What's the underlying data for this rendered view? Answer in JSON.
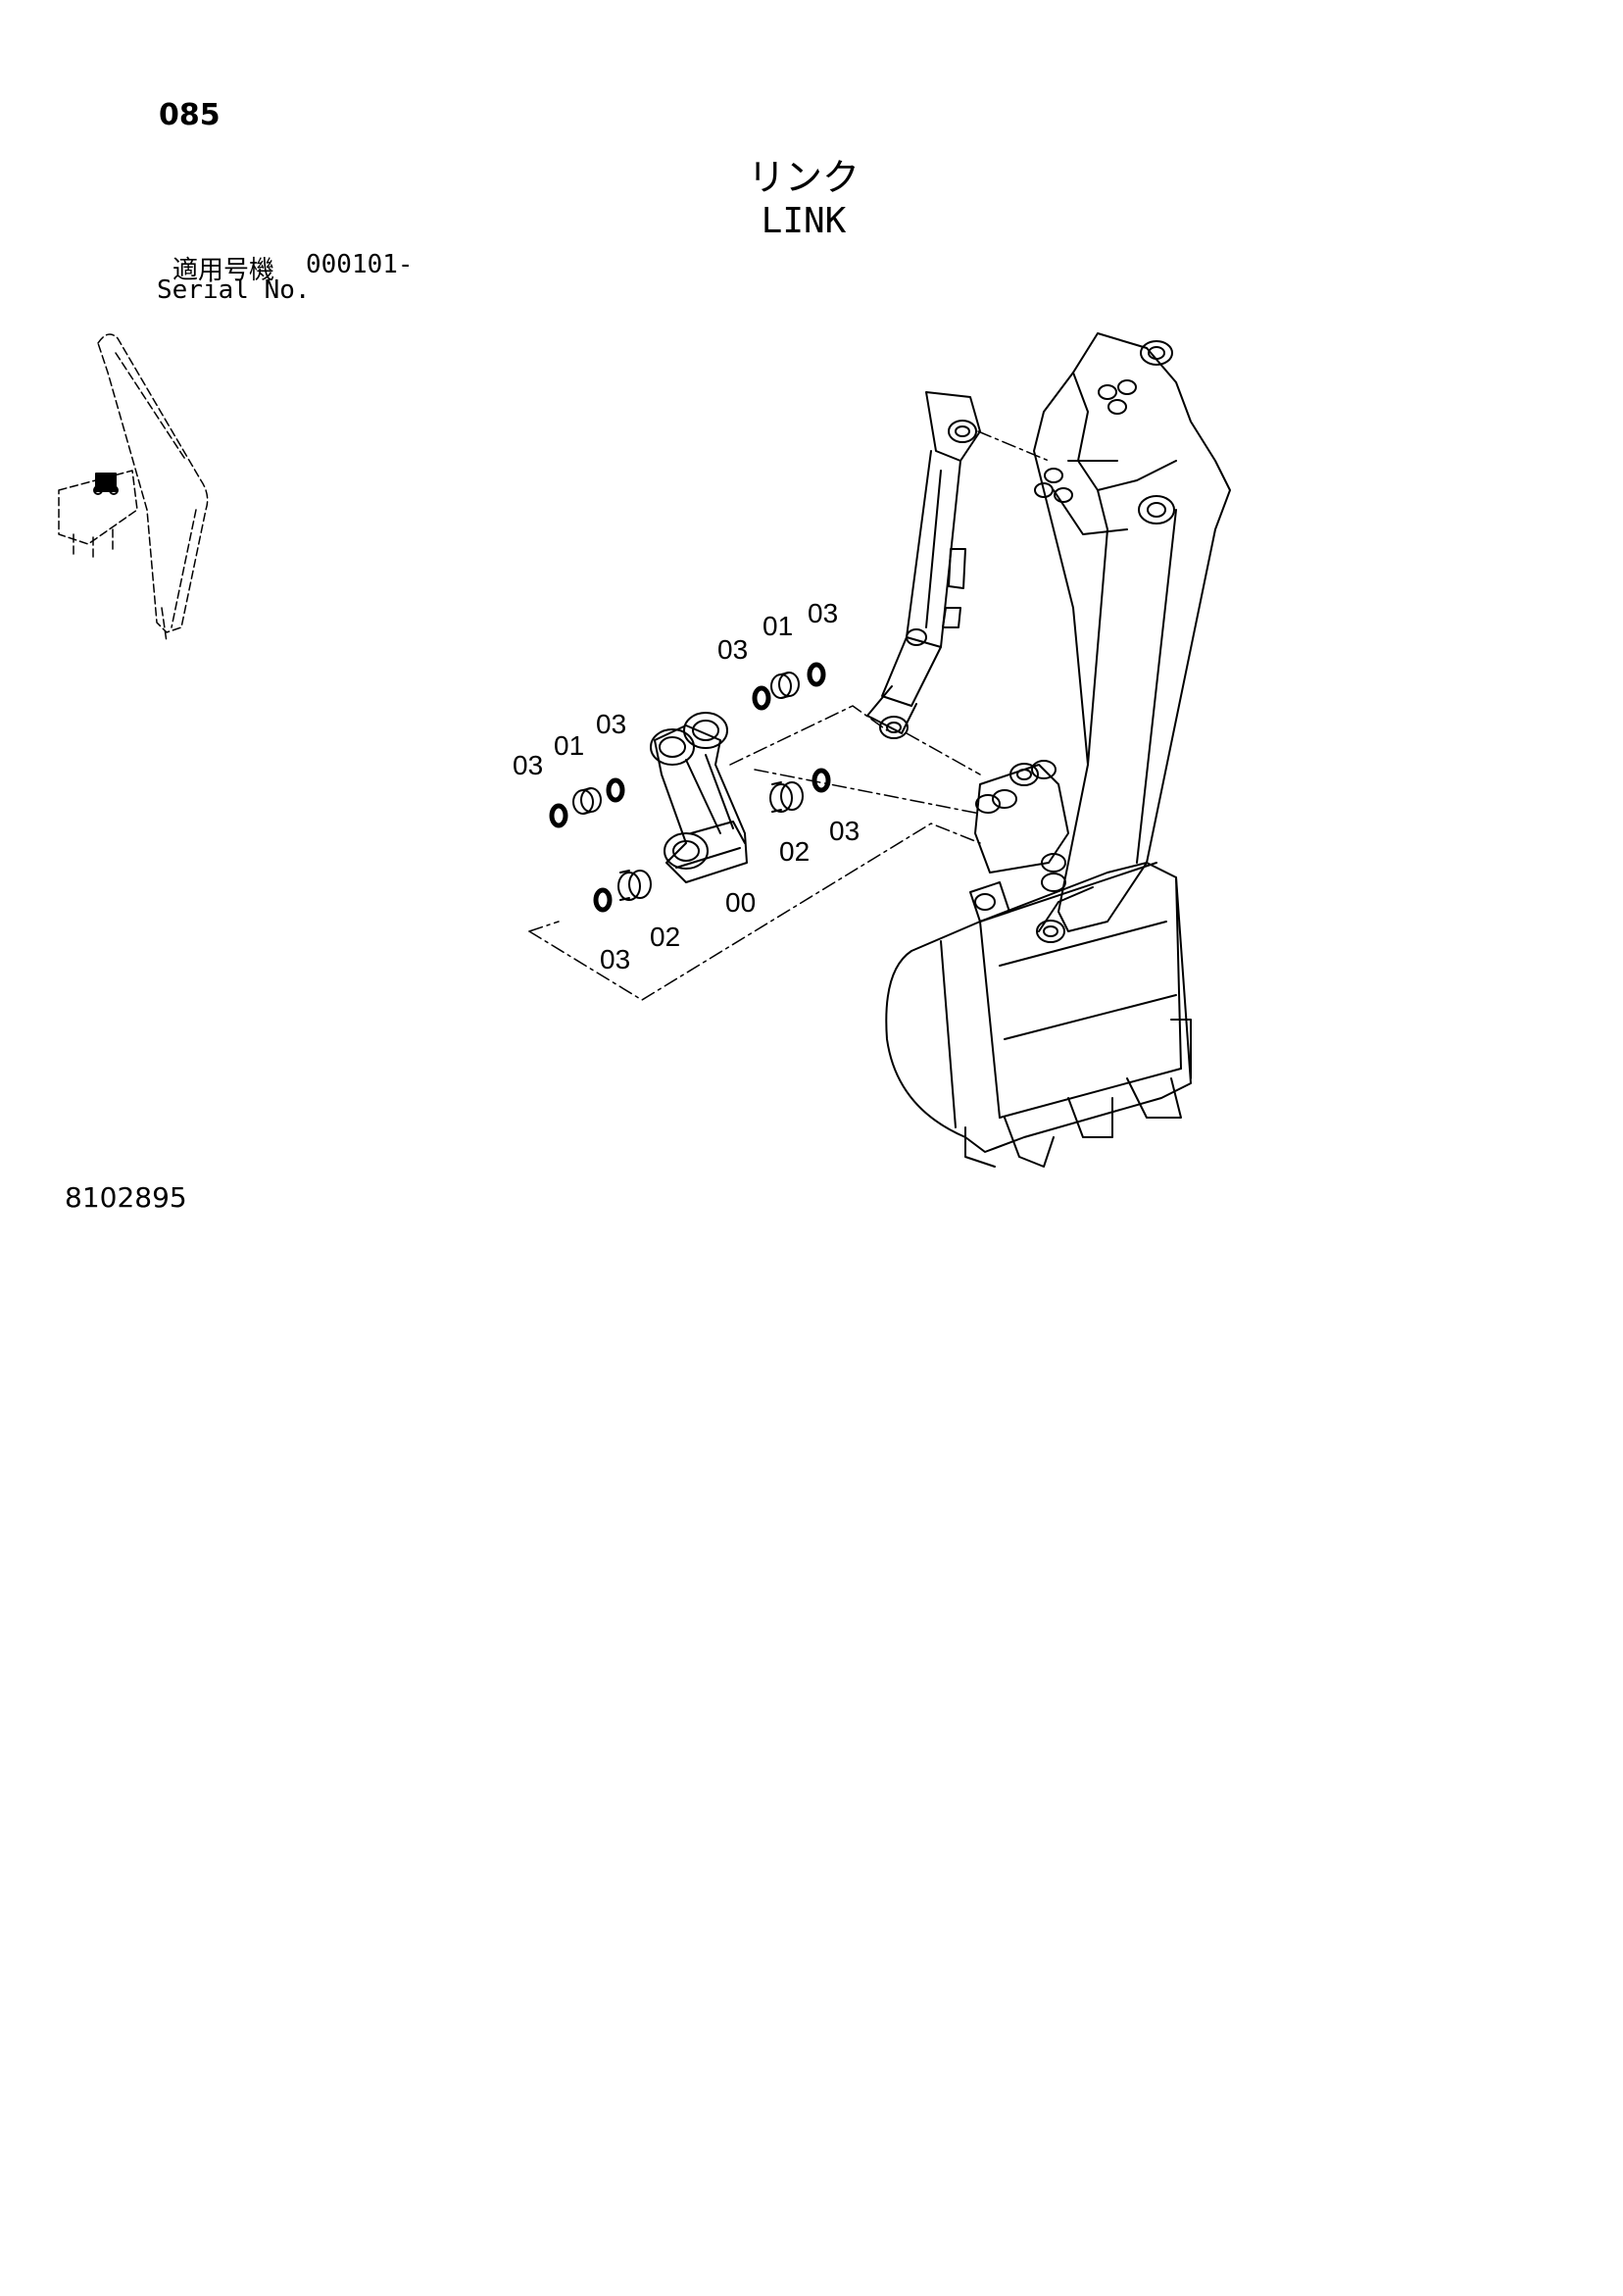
{
  "header": {
    "page_number": "085",
    "title_jp": "リンク",
    "title_en": "LINK",
    "serial_label_jp": "適用号機",
    "serial_range": "000101-",
    "serial_label_en": "Serial No."
  },
  "footer": {
    "drawing_number": "8102895"
  },
  "callouts": {
    "c1": "03",
    "c2": "01",
    "c3": "03",
    "c4": "03",
    "c5": "01",
    "c6": "03",
    "c7": "02",
    "c8": "03",
    "c9": "00",
    "c10": "03",
    "c11": "02"
  },
  "colors": {
    "line": "#000000",
    "background": "#ffffff"
  }
}
